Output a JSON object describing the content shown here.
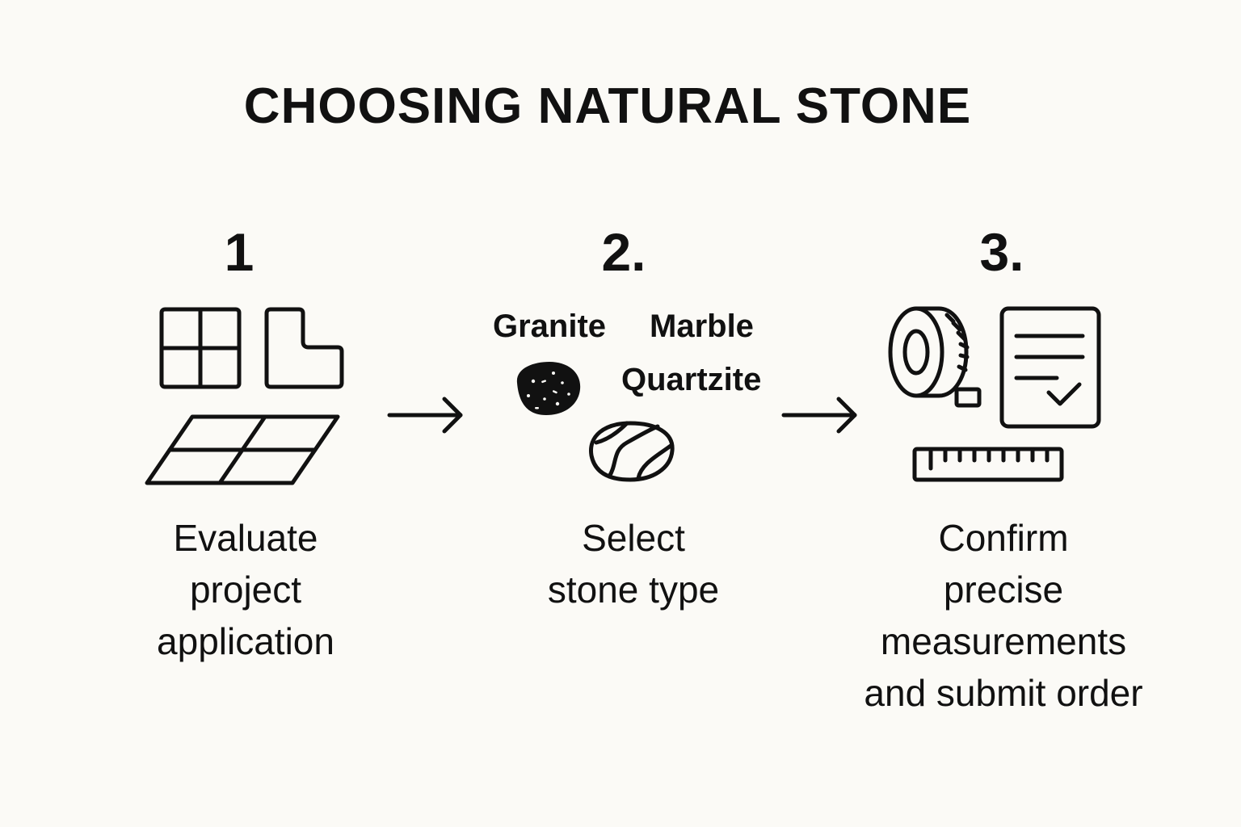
{
  "title": "CHOOSING NATURAL STONE",
  "steps": [
    {
      "number": "1",
      "caption_lines": [
        "Evaluate",
        "project",
        "application"
      ],
      "icons": [
        "window-grid-icon",
        "l-shape-countertop-icon",
        "floor-tile-grid-icon"
      ]
    },
    {
      "number": "2.",
      "caption_lines": [
        "Select",
        "stone type"
      ],
      "stones": [
        "Granite",
        "Marble",
        "Quartzite"
      ],
      "icons": [
        "granite-stone-icon",
        "marble-stone-icon"
      ]
    },
    {
      "number": "3.",
      "caption_lines": [
        "Confirm",
        "precise",
        "measurements",
        "and submit order"
      ],
      "icons": [
        "tape-measure-icon",
        "checklist-document-icon",
        "ruler-icon"
      ]
    }
  ],
  "connectors": [
    "arrow-right-icon",
    "arrow-right-icon"
  ],
  "colors": {
    "background": "#fbfaf6",
    "ink": "#111111"
  }
}
